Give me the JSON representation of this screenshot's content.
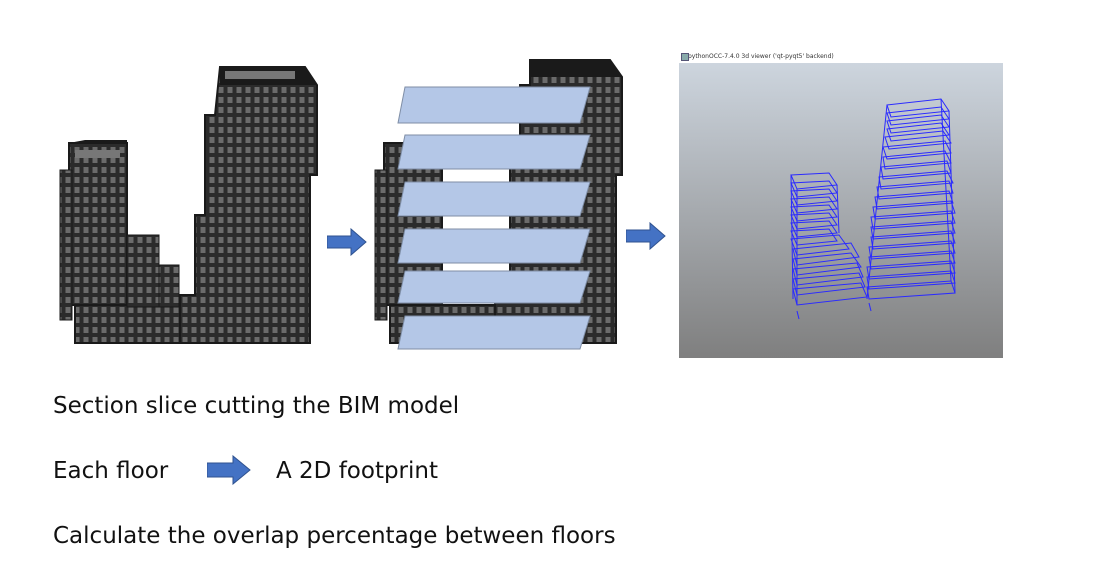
{
  "viewer": {
    "title": "pythonOCC-7.4.0 3d viewer ('qt-pyqt5' backend)"
  },
  "captions": {
    "line1": "Section slice cutting the BIM model",
    "line2_left": "Each floor",
    "line2_right": "A 2D footprint",
    "line3": "Calculate the overlap percentage between floors"
  },
  "colors": {
    "building": "#2b2b2b",
    "slice_fill": "#b4c7e7",
    "slice_stroke": "#7f8ea6",
    "arrow": "#4472c4",
    "wireframe": "#2a2aff"
  },
  "icons": [
    "arrow-right-icon",
    "arrow-right-icon",
    "arrow-right-icon"
  ]
}
